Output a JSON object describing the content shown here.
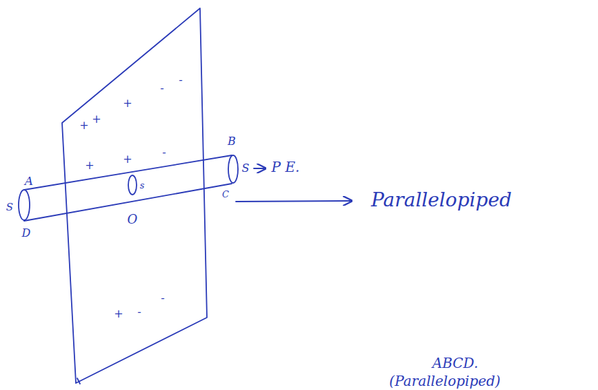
{
  "diagram": {
    "labels": [
      "A",
      "B",
      "S",
      "s",
      "S",
      "P E.",
      "D",
      "C",
      "Parallelopiped",
      "O",
      "ABCD.",
      "(Parallelopiped)",
      "+",
      "+",
      "+",
      "-",
      "-",
      "+",
      "+",
      "-",
      "+",
      "-",
      "-"
    ]
  }
}
